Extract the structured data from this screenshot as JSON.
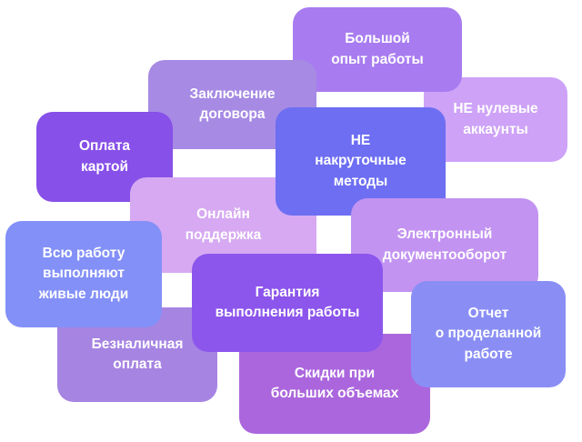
{
  "cards": {
    "big_experience": {
      "text": "Большой\nопыт работы",
      "color": "#a87cf0"
    },
    "not_zero_accounts": {
      "text": "НЕ нулевые\nаккаунты",
      "color": "#cda2f7"
    },
    "contract": {
      "text": "Заключение\nдоговора",
      "color": "#a68ae4"
    },
    "card_payment": {
      "text": "Оплата\nкартой",
      "color": "#8750e8"
    },
    "not_boosted": {
      "text": "НЕ\nнакруточные\nметоды",
      "color": "#6d6ef2"
    },
    "online_support": {
      "text": "Онлайн\nподдержка",
      "color": "#d6a9f2"
    },
    "edo": {
      "text": "Электронный\nдокументооборот",
      "color": "#c293f1"
    },
    "live_people": {
      "text": "Всю работу\nвыполняют\nживые люди",
      "color": "#8390f7"
    },
    "guarantee": {
      "text": "Гарантия\nвыполнения работы",
      "color": "#8c55ec"
    },
    "cashless": {
      "text": "Безналичная\nоплата",
      "color": "#a684e2"
    },
    "report": {
      "text": "Отчет\nо проделанной\nработе",
      "color": "#8a8ef4"
    },
    "discounts": {
      "text": "Скидки при\nбольших объемах",
      "color": "#ab66dd"
    }
  }
}
